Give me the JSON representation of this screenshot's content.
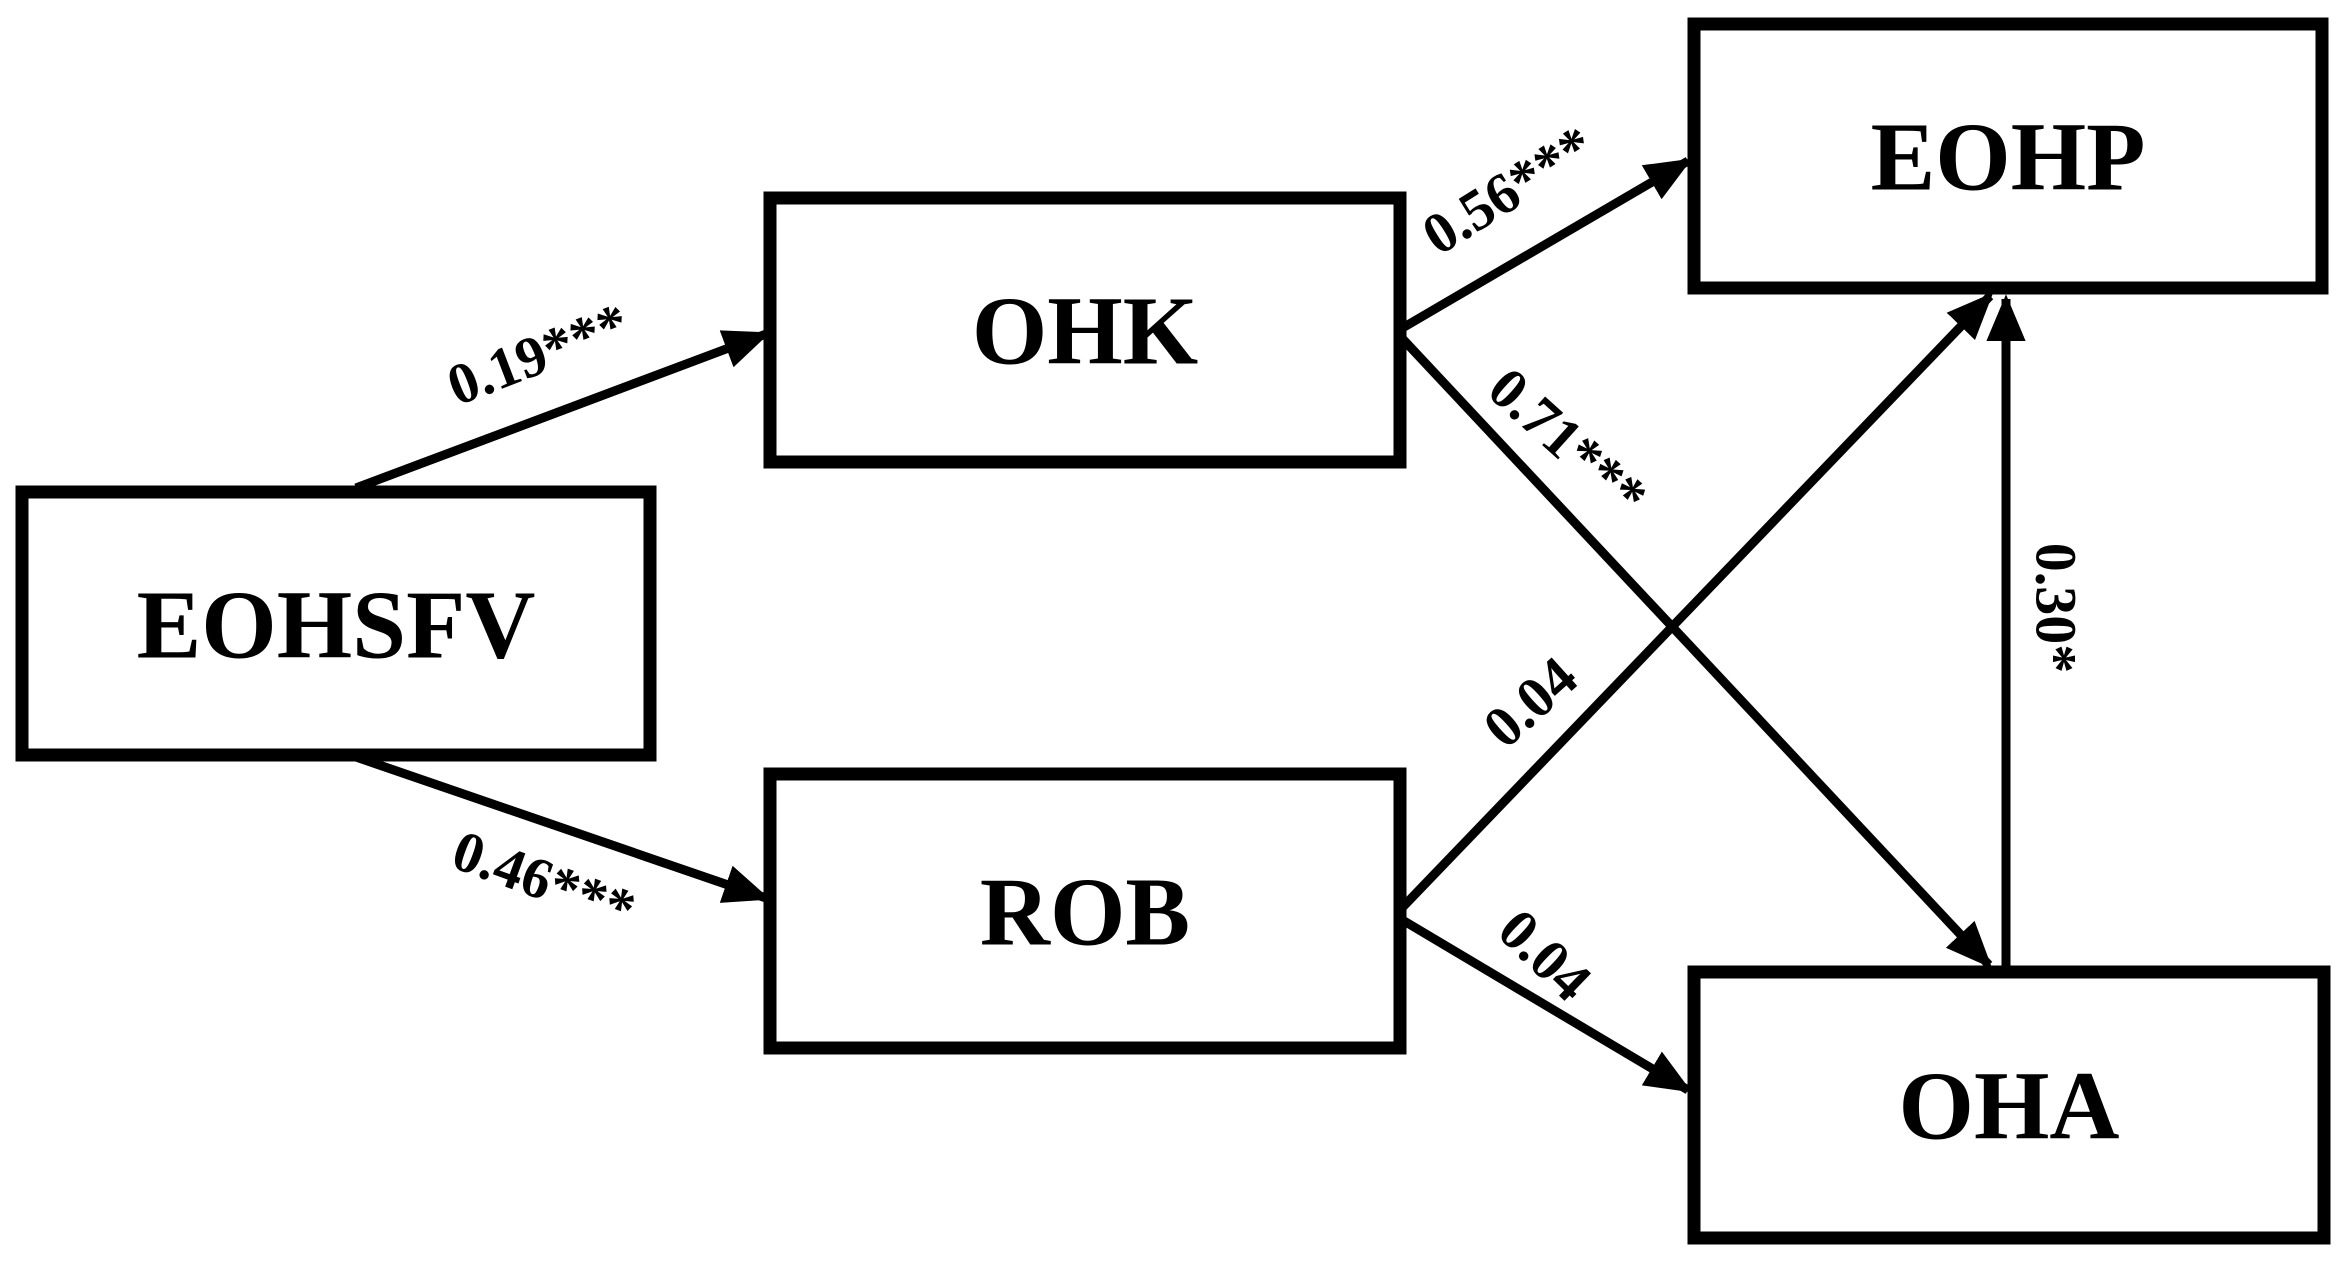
{
  "figure": {
    "type": "path-diagram",
    "colors": {
      "background": "#ffffff",
      "box_fill": "#ffffff",
      "box_border": "#000000",
      "line": "#000000",
      "text": "#000000"
    },
    "nodes": {
      "eohsfv": "EOHSFV",
      "ohk": "OHK",
      "rob": "ROB",
      "eohp": "EOHP",
      "oha": "OHA"
    },
    "edges": {
      "eohsfv_ohk": "0.19***",
      "eohsfv_rob": "0.46***",
      "ohk_eohp": "0.56***",
      "ohk_oha": "0.71***",
      "rob_eohp": "0.04",
      "rob_oha": "0.04",
      "oha_eohp": "0.30*"
    }
  }
}
